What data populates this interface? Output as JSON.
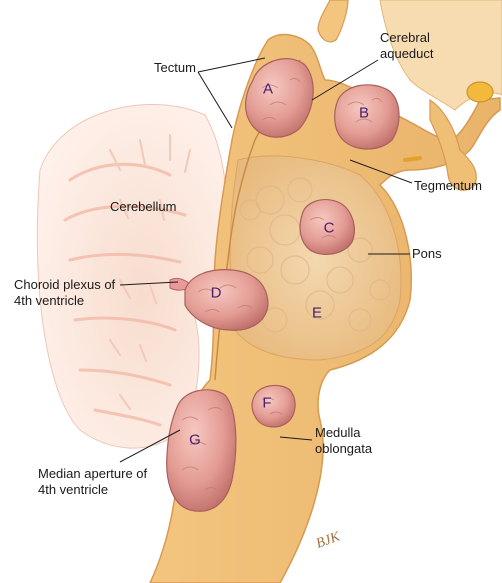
{
  "labels": {
    "tectum": "Tectum",
    "cerebral_aqueduct": "Cerebral aqueduct",
    "cerebellum": "Cerebellum",
    "tegmentum": "Tegmentum",
    "pons": "Pons",
    "choroid_plexus": "Choroid plexus of 4th ventricle",
    "median_aperture": "Median aperture of 4th ventricle",
    "medulla_oblongata": "Medulla oblongata"
  },
  "lesions": {
    "a": "A",
    "b": "B",
    "c": "C",
    "d": "D",
    "e": "E",
    "f": "F",
    "g": "G"
  },
  "signature": "BJK",
  "colors": {
    "tissue": "#f2c98a",
    "tissue_edge": "#d9a45e",
    "tumor": "#e8a59e",
    "tumor_edge": "#b06a66",
    "cerebellum": "#f6d7cb",
    "pink_yellow": "#f0b23a"
  }
}
